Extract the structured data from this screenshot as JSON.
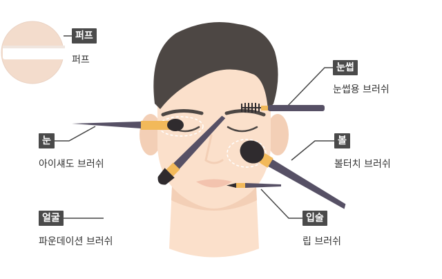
{
  "colors": {
    "skin": "#fbe0cb",
    "skin_shadow": "#f3cfb6",
    "hair": "#4d4744",
    "brush_handle": "#565065",
    "ferrule": "#f2b95a",
    "bristle": "#2f2b2e",
    "tag_bg": "#4a4a4a",
    "puff": "#f3dccc",
    "leader": "#444444"
  },
  "labels": {
    "puff": {
      "tag": "퍼프",
      "desc": "퍼프"
    },
    "eyebrow": {
      "tag": "눈썹",
      "desc": "눈썹용 브러쉬"
    },
    "eye": {
      "tag": "눈",
      "desc": "아이섀도 브러쉬"
    },
    "cheek": {
      "tag": "볼",
      "desc": "볼터치 브러쉬"
    },
    "face": {
      "tag": "얼굴",
      "desc": "파운데이션 브러쉬"
    },
    "lips": {
      "tag": "입술",
      "desc": "립 브러쉬"
    }
  },
  "icons": [
    "puff-icon",
    "eyebrow-brush-icon",
    "eyeshadow-brush-icon",
    "blush-brush-icon",
    "foundation-brush-icon",
    "lip-brush-icon"
  ]
}
